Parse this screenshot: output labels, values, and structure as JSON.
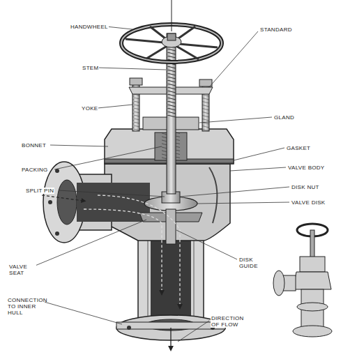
{
  "diagram": {
    "labels": [
      "HANDWHEEL",
      "STANDARD",
      "STEM",
      "YOKE",
      "GLAND",
      "BONNET",
      "GASKET",
      "PACKING",
      "VALVE BODY",
      "SPLIT PIN",
      "DISK NUT",
      "VALVE DISK",
      "VALVE SEAT",
      "DISK GUIDE",
      "CONNECTION TO INNER HULL",
      "DIRECTION OF FLOW"
    ]
  }
}
